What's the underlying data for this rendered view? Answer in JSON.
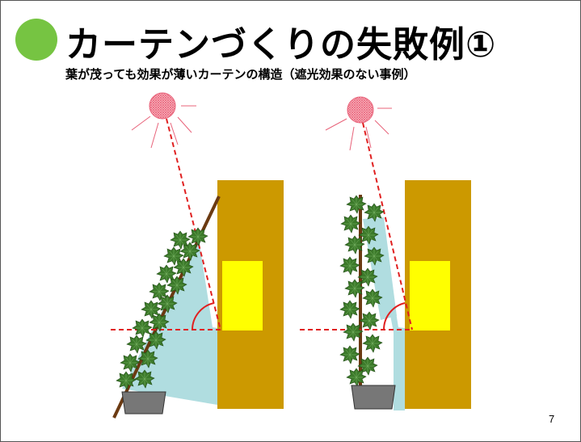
{
  "slide": {
    "title": "カーテンづくりの失敗例①",
    "subtitle": "葉が茂っても効果が薄いカーテンの構造（遮光効果のない事例）",
    "page_number": "7"
  },
  "colors": {
    "bullet": "#76c442",
    "wall": "#cc9900",
    "window": "#ffff00",
    "shade": "#b0dde0",
    "sun": "#e8637a",
    "ray_line": "#e02020",
    "pole": "#6b3a12",
    "pot": "#777777",
    "leaf": "#3c7a2a"
  },
  "diagrams": [
    {
      "name": "slanted-curtain"
    },
    {
      "name": "vertical-curtain"
    }
  ]
}
